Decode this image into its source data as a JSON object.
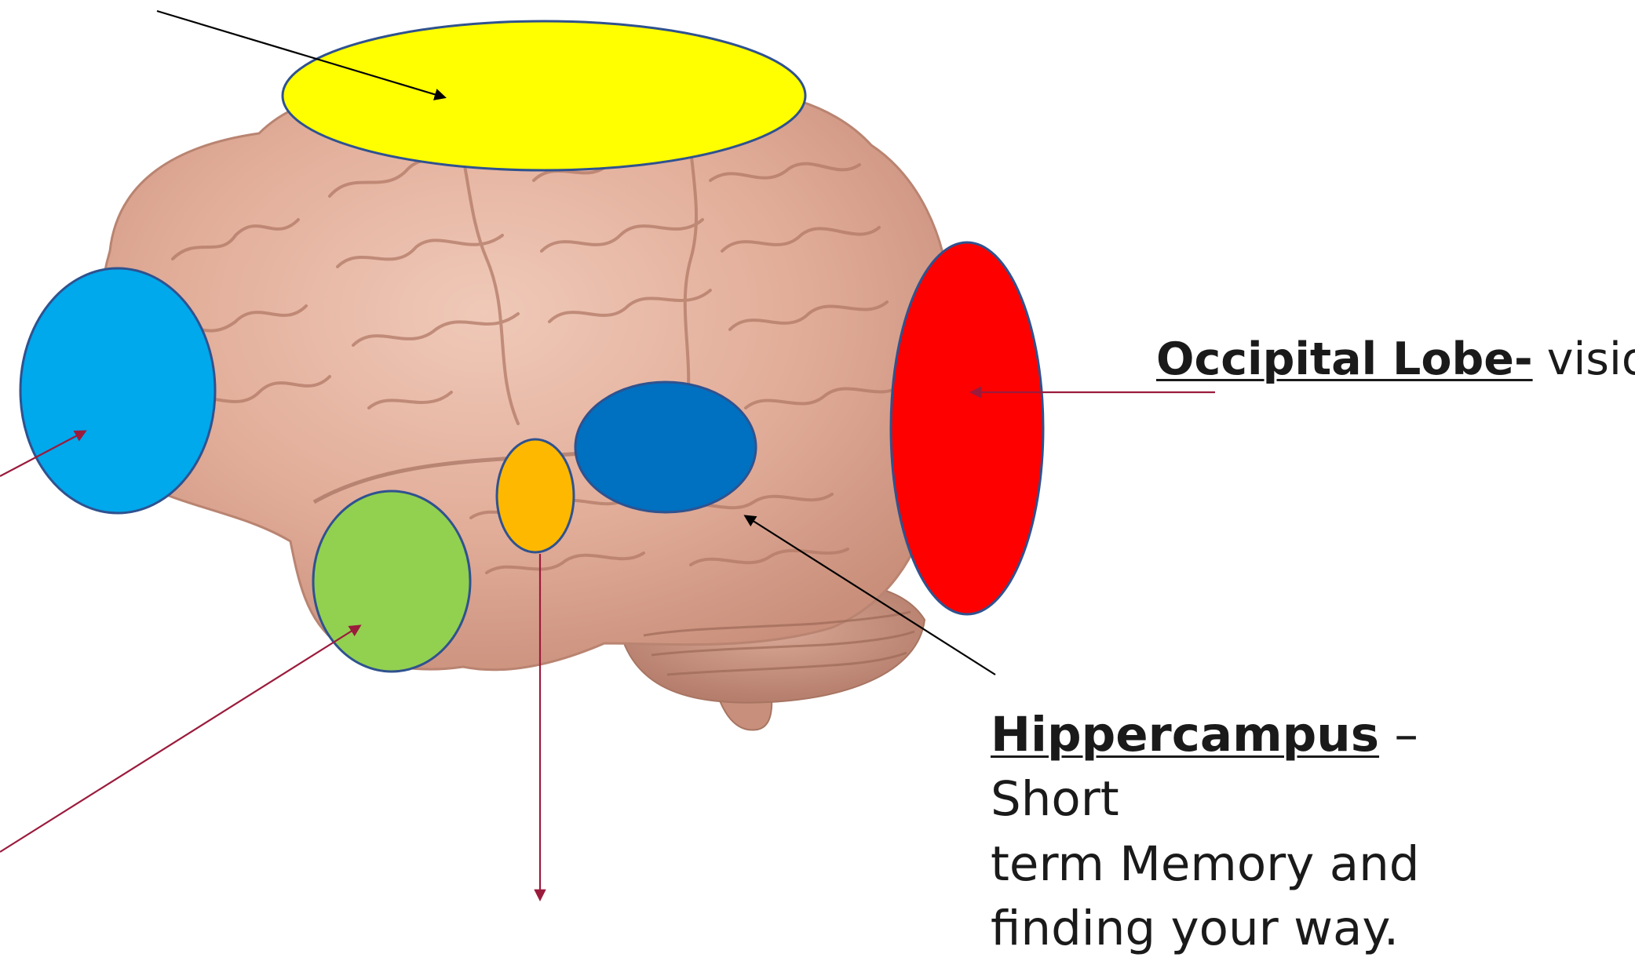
{
  "labels": {
    "occipital": {
      "term": "Occipital Lobe-",
      "description": " vision"
    },
    "hippocampus": {
      "term": "Hippercampus",
      "line1_rest": " – Short",
      "line2": "term Memory and",
      "line3": "finding your way."
    }
  },
  "colors": {
    "yellow_region": "#FFFF00",
    "light_blue_region": "#00A8EC",
    "red_region": "#FF0000",
    "dark_blue_region": "#0070C0",
    "orange_region": "#FFB800",
    "green_region": "#92D050",
    "region_outline": "#2F528F",
    "black_arrow": "#000000",
    "maroon_arrow": "#9B1B3C",
    "brain_tissue": "#E3B4A2"
  }
}
